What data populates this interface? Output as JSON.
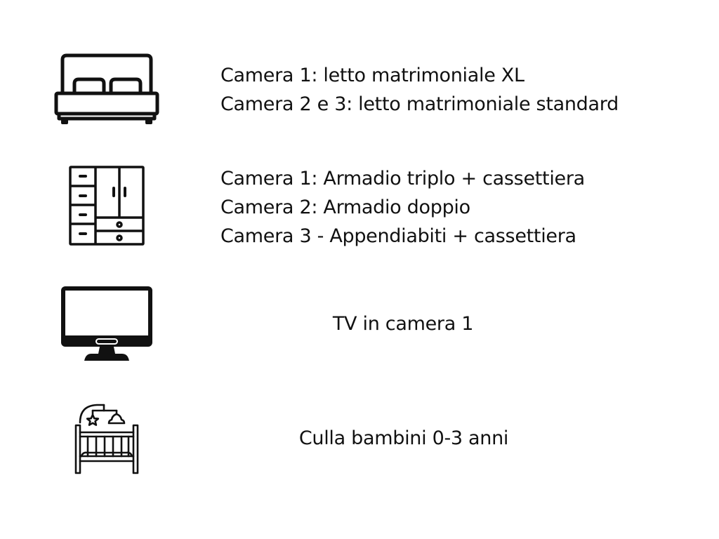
{
  "colors": {
    "background": "#ffffff",
    "ink": "#111111"
  },
  "features": [
    {
      "icon": "bed-icon",
      "lines": [
        "Camera 1: letto matrimoniale XL",
        "Camera 2 e 3: letto matrimoniale standard"
      ]
    },
    {
      "icon": "wardrobe-icon",
      "lines": [
        "Camera 1: Armadio triplo + cassettiera",
        "Camera 2: Armadio doppio",
        "Camera 3 - Appendiabiti + cassettiera"
      ]
    },
    {
      "icon": "tv-icon",
      "lines": [
        "TV in camera 1"
      ]
    },
    {
      "icon": "crib-icon",
      "lines": [
        "Culla bambini 0-3 anni"
      ]
    }
  ]
}
